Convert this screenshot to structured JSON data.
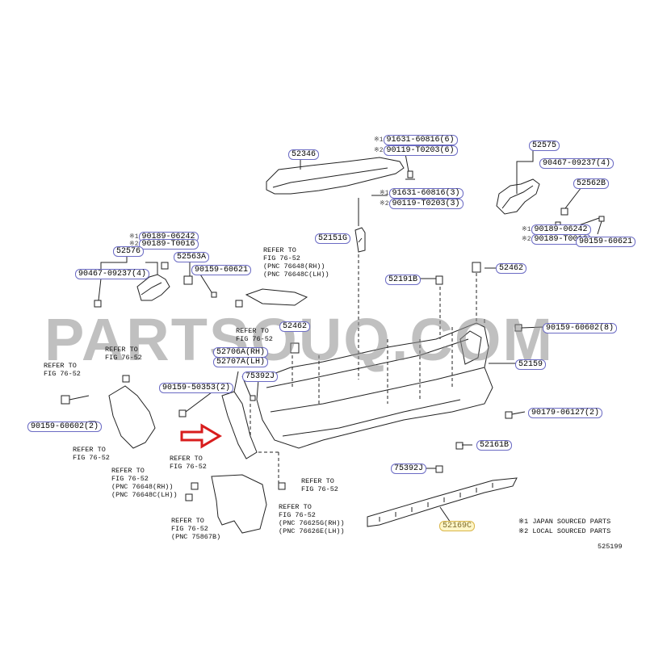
{
  "watermark": "PARTSOUQ.COM",
  "figure_number": "525199",
  "legend": {
    "note1": "※1 JAPAN SOURCED PARTS",
    "note2": "※2 LOCAL SOURCED PARTS"
  },
  "refs": {
    "refer_top": "REFER TO\nFIG 76-52\n(PNC 76648(RH))\n(PNC 76648C(LH))",
    "refer_mid": "REFER TO\nFIG 76-52",
    "refer_left1": "REFER TO\nFIG 76-52",
    "refer_left2": "REFER TO\nFIG 76-52",
    "refer_left3": "REFER TO\nFIG 76-52\n(PNC 76648(RH))\n(PNC 76648C(LH))",
    "refer_flap1": "REFER TO\nFIG 76-52",
    "refer_flap2": "REFER TO\nFIG 76-52\n(PNC 75867B)",
    "refer_bottom1": "REFER TO\nFIG 76-52",
    "refer_bottom2": "REFER TO\nFIG 76-52\n(PNC 76625G(RH))\n(PNC 76626E(LH))"
  },
  "parts": {
    "p52346": "52346",
    "p91631_a": "91631-60816(6)",
    "p90119_a": "90119-T0203(6)",
    "p91631_b": "91631-60816(3)",
    "p90119_b": "90119-T0203(3)",
    "p52151G": "52151G",
    "p52575": "52575",
    "p90467_r": "90467-09237(4)",
    "p52562B": "52562B",
    "p90189_r": "90189-06242",
    "p90189T_r": "90189-T0016",
    "p90159_r": "90159-60621",
    "p90189_l": "90189-06242",
    "p90189T_l": "90189-T0016",
    "p52576": "52576",
    "p52563A": "52563A",
    "p90159_l": "90159-60621",
    "p90467_l": "90467-09237(4)",
    "p52462_top": "52462",
    "p52191B": "52191B",
    "p90159_8": "90159-60602(8)",
    "p52462_mid": "52462",
    "p52159": "52159",
    "p52706A": "52706A(RH)",
    "p52707A": "52707A(LH)",
    "p75392J_a": "75392J",
    "p90159_50353": "90159-50353(2)",
    "p90179": "90179-06127(2)",
    "p90159_2": "90159-60602(2)",
    "p52161B": "52161B",
    "p75392J_b": "75392J",
    "p52169C": "52169C"
  },
  "marks": {
    "m1": "※1",
    "m2": "※2"
  }
}
